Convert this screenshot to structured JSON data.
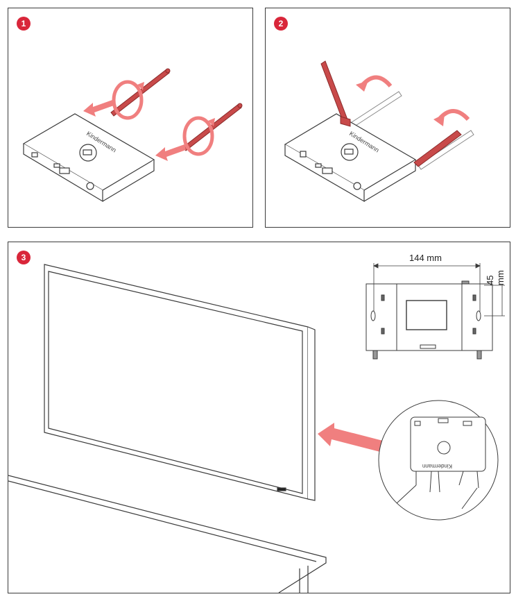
{
  "steps": [
    {
      "number": "1"
    },
    {
      "number": "2"
    },
    {
      "number": "3"
    }
  ],
  "device": {
    "brand_text": "Kindermann"
  },
  "dimensions": {
    "width_label": "144 mm",
    "height_label": "45 mm"
  },
  "colors": {
    "accent": "#d9263a",
    "arrow": "#f07f7f",
    "antenna": "#c84a4a",
    "line": "#3a3a3a"
  }
}
